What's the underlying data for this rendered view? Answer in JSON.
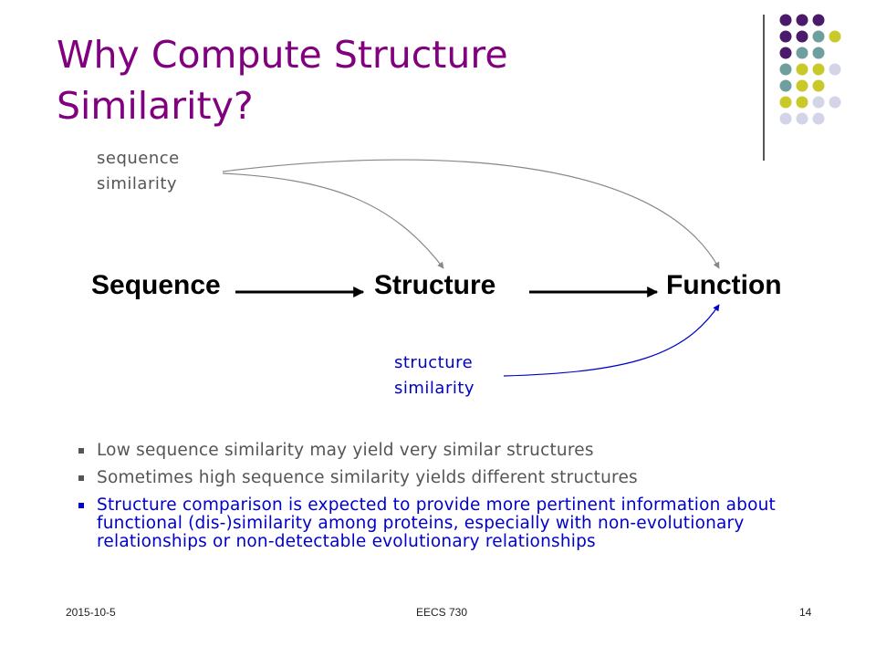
{
  "slide": {
    "title": "Why Compute Structure Similarity?",
    "nodes": {
      "sequence": "Sequence",
      "structure": "Structure",
      "function": "Function"
    },
    "labels": {
      "sequence_similarity_line1": "sequence",
      "sequence_similarity_line2": "similarity",
      "structure_similarity_line1": "structure",
      "structure_similarity_line2": "similarity"
    },
    "bullets": [
      "Low sequence similarity may yield very similar structures",
      "Sometimes high sequence similarity yields different structures",
      "Structure comparison is expected to provide more pertinent information about functional (dis-)similarity among proteins, especially with non-evolutionary relationships or non-detectable evolutionary relationships"
    ],
    "footer": {
      "date": "2015-10-5",
      "course": "EECS 730",
      "page": "14"
    }
  },
  "colors": {
    "title": "#800080",
    "plain_text": "#555555",
    "highlight_text": "#0000cc",
    "curve_gray": "#888888",
    "curve_blue": "#0000cc",
    "dot_purple": "#4b1a6b",
    "dot_teal": "#6f9e9e",
    "dot_yellow": "#c9c92a",
    "dot_lavender": "#d4d4e8"
  },
  "decoration": {
    "dot_grid": [
      [
        "purple",
        "purple",
        "purple",
        null
      ],
      [
        "purple",
        "purple",
        "teal",
        "yellow"
      ],
      [
        "purple",
        "teal",
        "teal",
        null
      ],
      [
        "teal",
        "yellow",
        "yellow",
        "lavender"
      ],
      [
        "teal",
        "yellow",
        "yellow",
        null
      ],
      [
        "yellow",
        "yellow",
        "lavender",
        "lavender"
      ],
      [
        "lavender",
        "lavender",
        "lavender",
        null
      ]
    ]
  }
}
